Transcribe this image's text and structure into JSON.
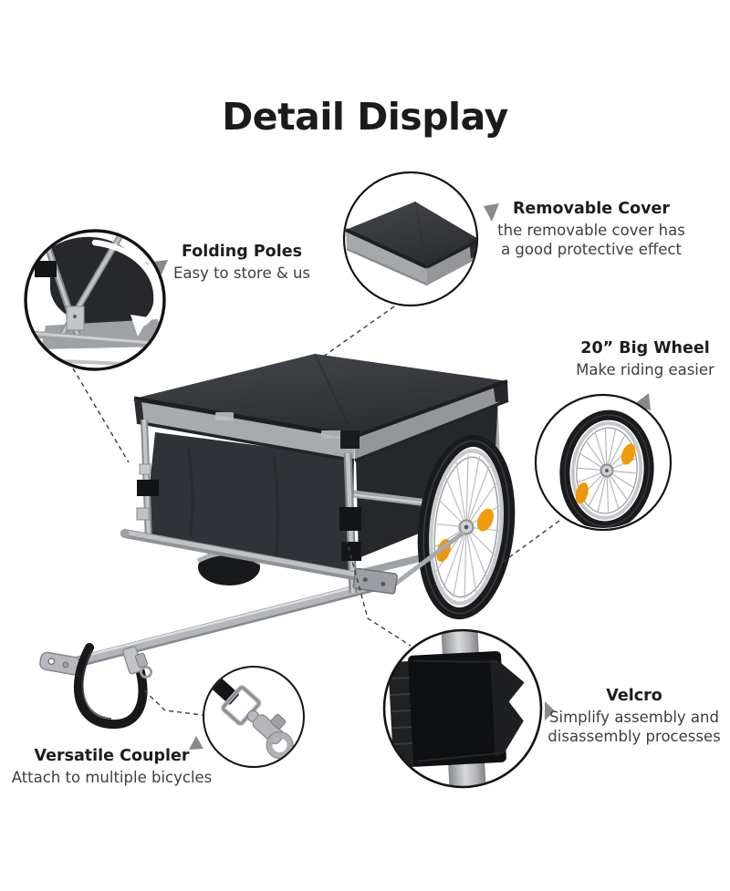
{
  "title": "Detail Display",
  "callouts": [
    {
      "id": "folding-poles",
      "heading": "Folding Poles",
      "lines": [
        "Easy to store & us"
      ]
    },
    {
      "id": "removable-cover",
      "heading": "Removable Cover",
      "lines": [
        "the removable cover has",
        "a good protective effect"
      ]
    },
    {
      "id": "big-wheel",
      "heading": "20” Big Wheel",
      "lines": [
        "Make riding easier"
      ]
    },
    {
      "id": "velcro",
      "heading": "Velcro",
      "lines": [
        "Simplify assembly and",
        "disassembly processes"
      ]
    },
    {
      "id": "versatile-coupler",
      "heading": "Versatile Coupler",
      "lines": [
        "Attach to multiple bicycles"
      ]
    }
  ],
  "illustration": {
    "subject": "bicycle cargo trailer with removable grey cover, black fabric box, silver frame, spoked wheel and tow-bar coupler",
    "detail_circles": [
      "folding-poles-detail",
      "removable-cover-detail",
      "big-wheel-detail",
      "velcro-strap-detail",
      "snap-hook-coupler-detail"
    ]
  },
  "colors": {
    "background": "#FFFFFF",
    "title_text": "#1B1B1D",
    "heading_text": "#1D1D1F",
    "body_text": "#3E3E3E",
    "pointer_triangle": "#8A8A8A",
    "circle_border": "#151515",
    "fabric_dark": "#2F3236",
    "cover_band_grey": "#A8ABAE",
    "frame_silver": "#B3B6BA",
    "tire_black": "#1A1B1D",
    "reflector_orange": "#F09B0A"
  }
}
